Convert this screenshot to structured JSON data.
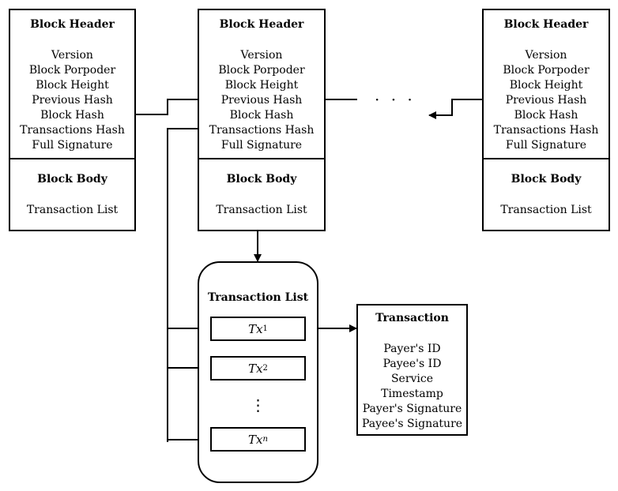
{
  "blocks": [
    {
      "header_title": "Block Header",
      "fields": [
        "Version",
        "Block Porpoder",
        "Block Height",
        "Previous Hash",
        "Block Hash",
        "Transactions Hash",
        "Full Signature"
      ],
      "body_title": "Block Body",
      "body_item": "Transaction List"
    },
    {
      "header_title": "Block Header",
      "fields": [
        "Version",
        "Block Porpoder",
        "Block Height",
        "Previous Hash",
        "Block Hash",
        "Transactions Hash",
        "Full Signature"
      ],
      "body_title": "Block Body",
      "body_item": "Transaction List"
    },
    {
      "header_title": "Block Header",
      "fields": [
        "Version",
        "Block Porpoder",
        "Block Height",
        "Previous Hash",
        "Block Hash",
        "Transactions Hash",
        "Full Signature"
      ],
      "body_title": "Block Body",
      "body_item": "Transaction List"
    }
  ],
  "ellipsis": "· · ·",
  "transaction_list": {
    "title": "Transaction List",
    "items": [
      {
        "base": "Tx",
        "sub": "1"
      },
      {
        "base": "Tx",
        "sub": "2"
      },
      {
        "base": "Tx",
        "sub": "n"
      }
    ],
    "vertical_ellipsis": "⋮"
  },
  "transaction": {
    "title": "Transaction",
    "fields": [
      "Payer's ID",
      "Payee's ID",
      "Service",
      "Timestamp",
      "Payer's Signature",
      "Payee's Signature"
    ]
  }
}
